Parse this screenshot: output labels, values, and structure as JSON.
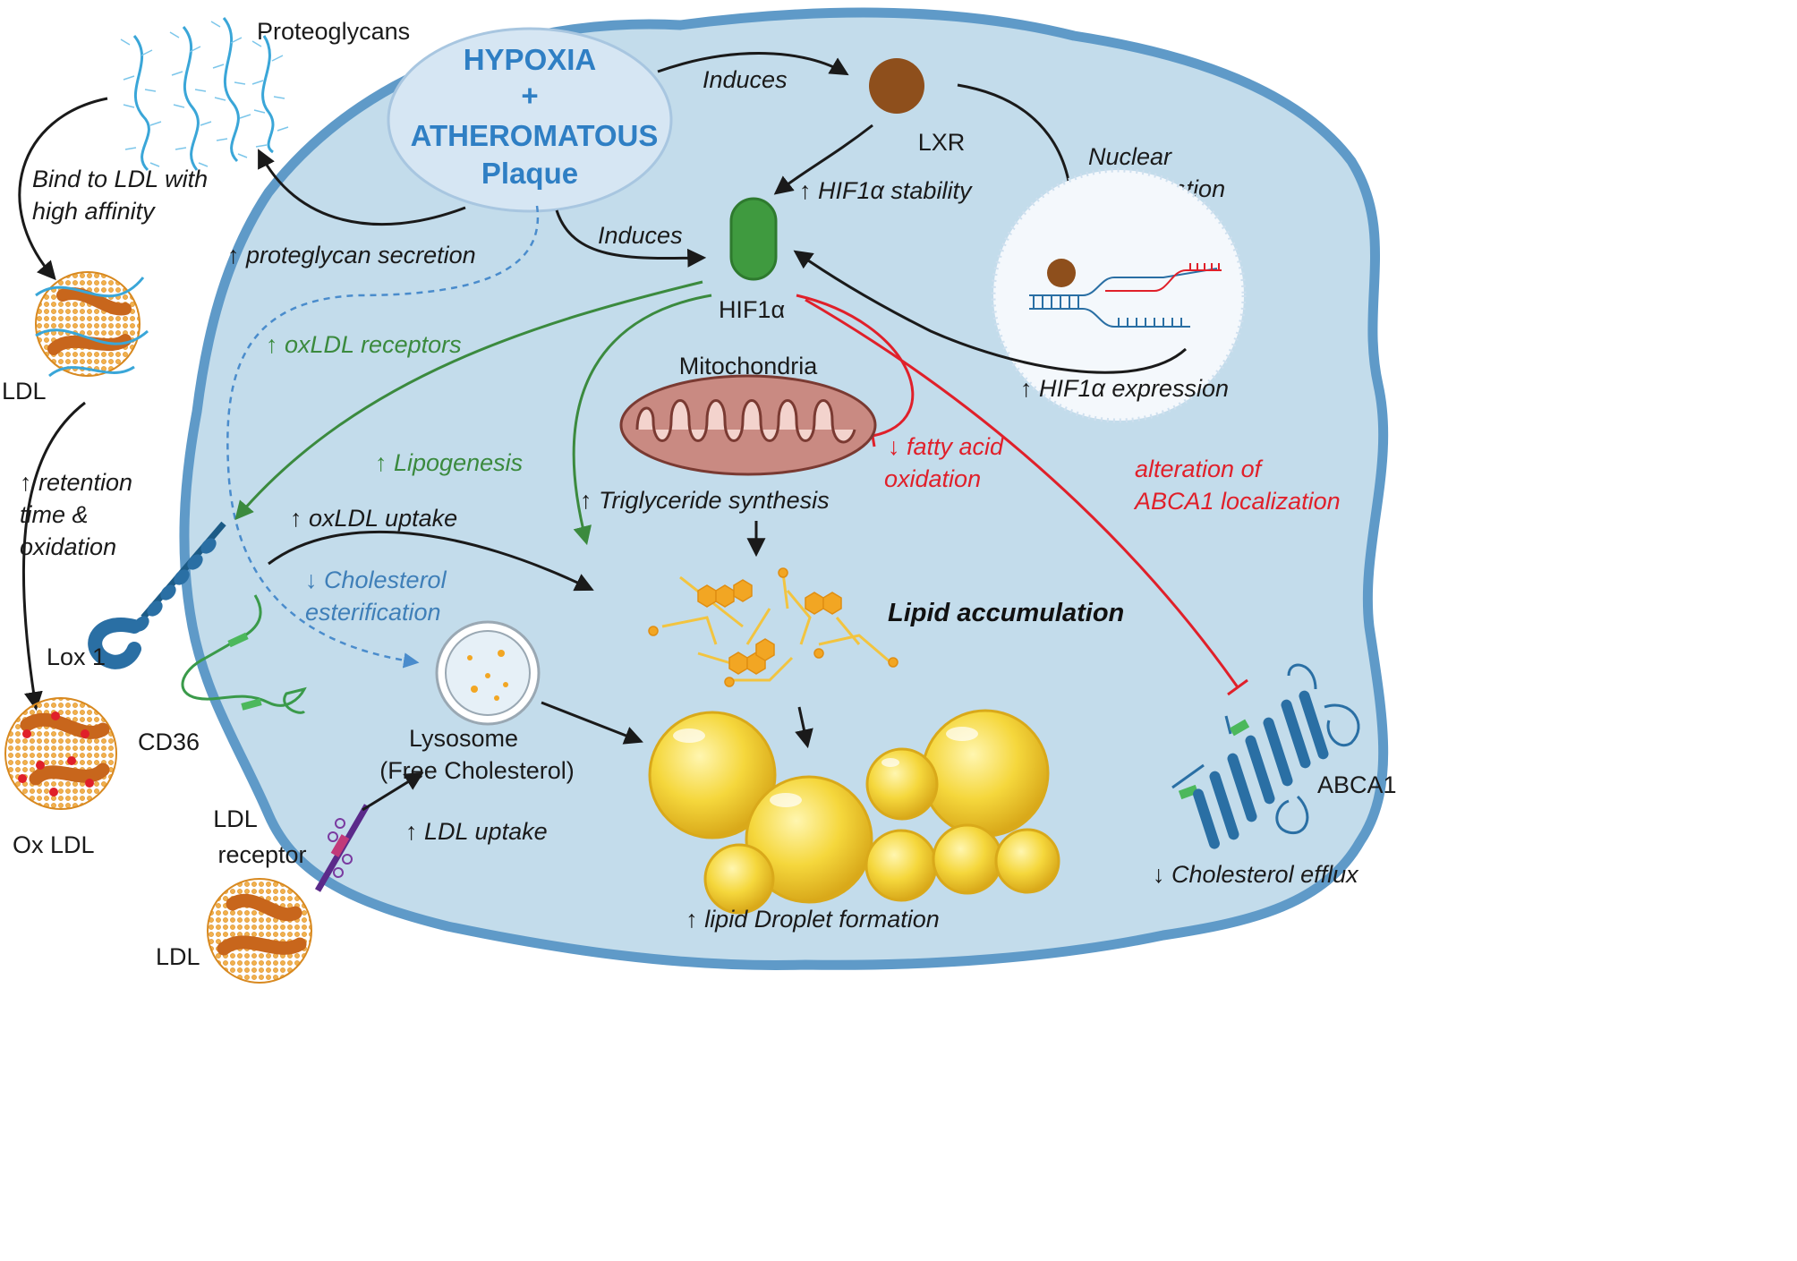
{
  "center": {
    "line1": "HYPOXIA",
    "line2": "+",
    "line3": "ATHEROMATOUS",
    "line4": "Plaque"
  },
  "labels": {
    "proteoglycans": "Proteoglycans",
    "bind_ldl_1": "Bind to LDL with",
    "bind_ldl_2": "high affinity",
    "ldl_top": "LDL",
    "retention_1": "↑ retention",
    "retention_2": "time &",
    "retention_3": "oxidation",
    "lox1": "Lox 1",
    "ox_ldl": "Ox LDL",
    "cd36": "CD36",
    "ldl_receptor_1": "LDL",
    "ldl_receptor_2": "receptor",
    "ldl_bottom": "LDL",
    "induces_top": "Induces",
    "lxr": "LXR",
    "nuclear_1": "Nuclear",
    "nuclear_2": "translocation",
    "hif_stability": "↑ HIF1α stability",
    "induces_mid": "Induces",
    "hif1a": "HIF1α",
    "proteoglycan_secretion": "↑ proteglycan secretion",
    "oxldl_receptors": "↑ oxLDL receptors",
    "hif_expression": "↑ HIF1α expression",
    "mitochondria": "Mitochondria",
    "fao_1": "↓ fatty acid",
    "fao_2": "oxidation",
    "lipogenesis": "↑ Lipogenesis",
    "triglyceride": "↑ Triglyceride synthesis",
    "abca1_alt_1": "alteration of",
    "abca1_alt_2": "ABCA1 localization",
    "oxldl_uptake": "↑ oxLDL uptake",
    "chol_ester_1": "↓ Cholesterol",
    "chol_ester_2": "esterification",
    "lipid_accumulation": "Lipid accumulation",
    "lysosome_1": "Lysosome",
    "lysosome_2": "(Free Cholesterol)",
    "ldl_uptake": "↑ LDL uptake",
    "abca1": "ABCA1",
    "chol_efflux": "↓ Cholesterol efflux",
    "droplet_formation": "↑ lipid Droplet formation"
  },
  "colors": {
    "cell_fill": "#c3dceb",
    "cell_border": "#5f9ac8",
    "center_fill": "#d6e6f3",
    "hif_green": "#3f9a3f",
    "lxr_brown": "#8e4f1c",
    "inhibition_red": "#e0202a",
    "induction_green": "#3b8a3e",
    "droplet_yellow": "#f3d23a"
  }
}
